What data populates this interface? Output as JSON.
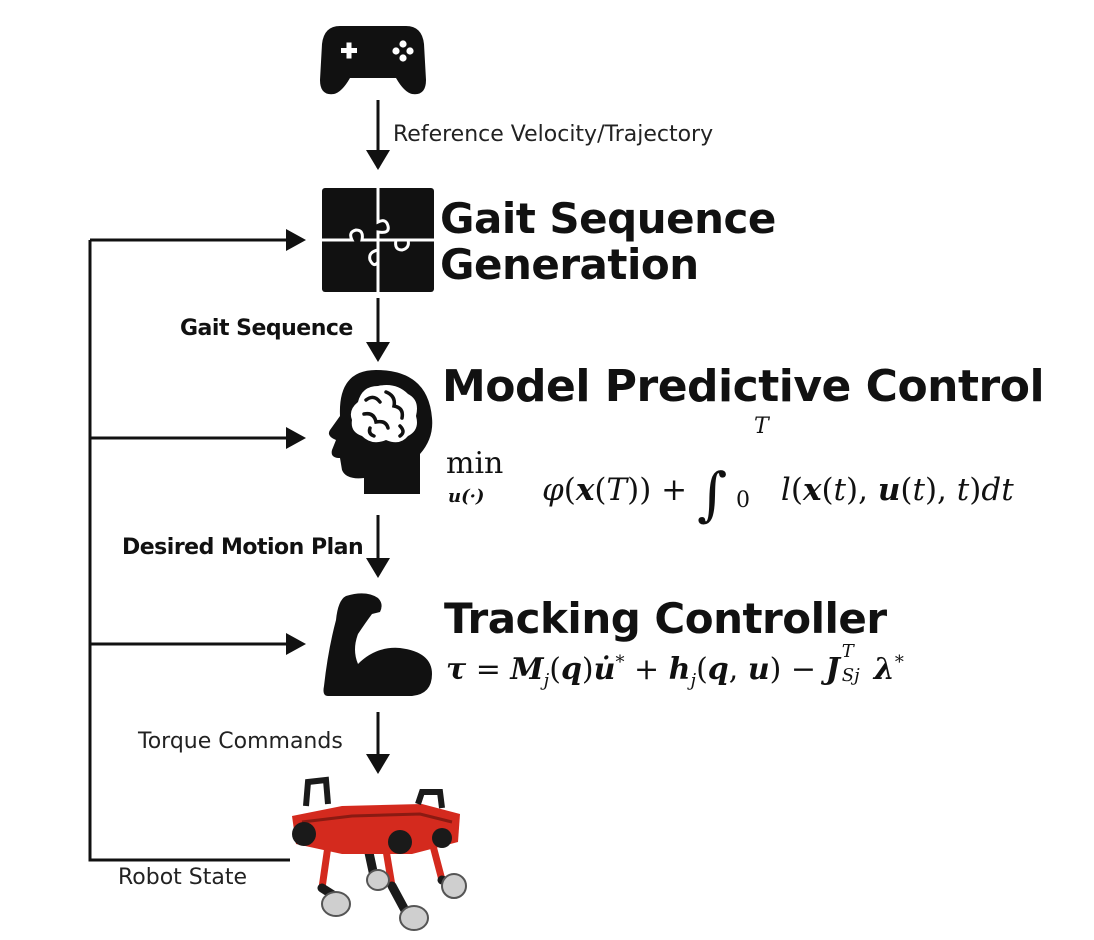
{
  "inputs": {
    "controller_label": "Reference Velocity/Trajectory"
  },
  "blocks": {
    "gait": {
      "title_line1": "Gait Sequence",
      "title_line2": "Generation"
    },
    "mpc": {
      "title": "Model Predictive Control",
      "formula_min": "min",
      "formula_min_sub": "u(·)",
      "formula_body": "φ(x(T)) + ∫ l(x(t), u(t), t)dt",
      "integral_upper": "T",
      "integral_lower": "0"
    },
    "tracking": {
      "title": "Tracking Controller",
      "formula": "τ = Mj(q)u̇* + hj(q, u) − JSjT λ*"
    }
  },
  "edges": {
    "gait_sequence": "Gait Sequence",
    "desired_motion_plan": "Desired Motion Plan",
    "torque_commands": "Torque Commands",
    "robot_state": "Robot State"
  },
  "icons": [
    "gamepad-icon",
    "puzzle-icon",
    "brain-head-icon",
    "flexed-arm-icon",
    "quadruped-robot-icon"
  ],
  "colors": {
    "line": "#111111",
    "robot_body": "#d42a1e",
    "robot_dark": "#1a1a1a",
    "wheel": "#cfcfcf"
  }
}
